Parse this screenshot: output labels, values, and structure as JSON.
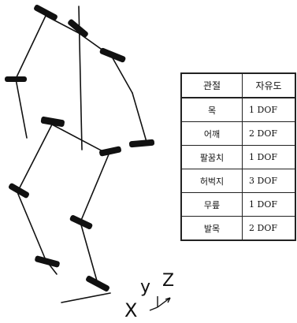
{
  "table": {
    "headers": [
      "관절",
      "자유도"
    ],
    "rows": [
      {
        "joint": "목",
        "dof": "1 DOF"
      },
      {
        "joint": "어깨",
        "dof": "2 DOF"
      },
      {
        "joint": "팔꿈치",
        "dof": "1 DOF"
      },
      {
        "joint": "허벅지",
        "dof": "3 DOF"
      },
      {
        "joint": "무릎",
        "dof": "1 DOF"
      },
      {
        "joint": "발목",
        "dof": "2 DOF"
      }
    ]
  },
  "axes": {
    "x": "X",
    "y": "y",
    "z": "Z"
  }
}
